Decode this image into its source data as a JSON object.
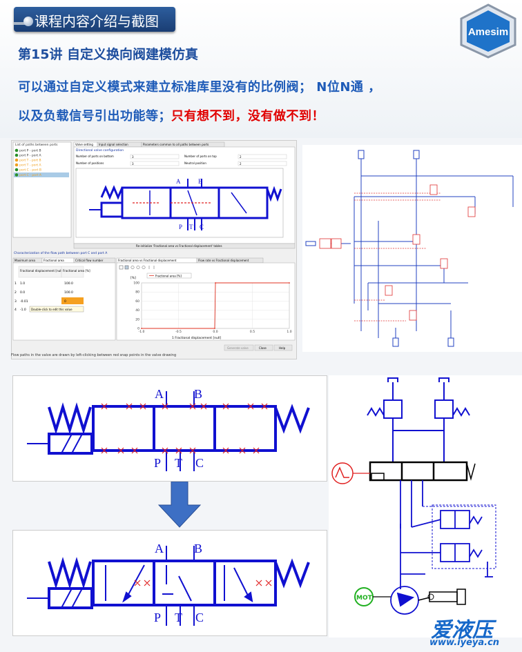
{
  "header": {
    "section_title": "课程内容介绍与截图",
    "logo_text": "Amesim"
  },
  "lesson": {
    "title": "第15讲 自定义换向阀建模仿真",
    "desc_line1": "可以通过自定义模式来建立标准库里没有的比例阀； N位N通 ，",
    "desc_line2_prefix": "以及负载信号引出功能等；",
    "desc_line2_red": "只有想不到，没有做不到！"
  },
  "editor": {
    "ports_header": "List of paths between ports",
    "ports": [
      "port P - port B",
      "port P - port A",
      "port T - port B",
      "port T - port A",
      "port C - port B",
      "port C - port A"
    ],
    "tabs": [
      "Valve setting",
      "Input signal selection",
      "Parameters common to all paths between ports"
    ],
    "config_title": "Directional valve configuration",
    "fields": [
      {
        "label": "Number of ports on bottom",
        "value": "3"
      },
      {
        "label": "Number of ports on top",
        "value": "2"
      },
      {
        "label": "Number of positions",
        "value": "3"
      },
      {
        "label": "Neutral position",
        "value": "2"
      }
    ],
    "reinit_label": "Re-initialize 'Fractional area vs Fractional displacement' tables",
    "char_title": "Characterization of the flow path between port C and port A",
    "char_tabs": [
      "Maximum area",
      "Fractional area",
      "Critical flow number"
    ],
    "plot_tabs": [
      "Fractional area vs Fractional displacement",
      "Flow rate vs Fractional displacement"
    ],
    "table_headers": [
      "Fractional displacement [null]",
      "Fractional area [%]"
    ],
    "table_rows": [
      {
        "idx": "1",
        "disp": "1.0",
        "area": "100.0"
      },
      {
        "idx": "2",
        "disp": "0.0",
        "area": "100.0"
      },
      {
        "idx": "3",
        "disp": "-0.01",
        "area": "0"
      },
      {
        "idx": "4",
        "disp": "-1.0",
        "area": "Double-click to edit this value"
      }
    ],
    "legend_label": "Fractional area [%]",
    "y_unit": "[%]",
    "x_axis_label": "1 Fractional displacement [null]",
    "buttons": [
      "Generate valve",
      "Close",
      "Help"
    ],
    "footer_hint": "Flow paths in the valve are drawn by left-clicking between red snap points in the valve drawing"
  },
  "valve_labels": {
    "a": "A",
    "b": "B",
    "p": "P",
    "t": "T",
    "c": "C"
  },
  "circuit_labels": {
    "mot": "MOT"
  },
  "chart_data": {
    "type": "line",
    "title": "",
    "xlabel": "1 Fractional displacement [null]",
    "ylabel": "[%]",
    "xlim": [
      -1.0,
      1.0
    ],
    "ylim": [
      0,
      100
    ],
    "x_ticks": [
      "-1.0",
      "-0.5",
      "0.0",
      "0.5",
      "1.0"
    ],
    "y_ticks": [
      "0",
      "20",
      "40",
      "60",
      "80",
      "100"
    ],
    "series": [
      {
        "name": "Fractional area [%]",
        "x": [
          -1.0,
          -0.01,
          0.0,
          1.0
        ],
        "y": [
          0,
          0,
          100,
          100
        ]
      }
    ]
  },
  "watermark": {
    "logo": "爱液压",
    "url": "www.iyeya.cn"
  },
  "colors": {
    "accent_blue": "#1e5bb8",
    "valve_blue": "#1010d0",
    "snap_red": "#e02020",
    "arrow_blue": "#3d6fc4"
  }
}
